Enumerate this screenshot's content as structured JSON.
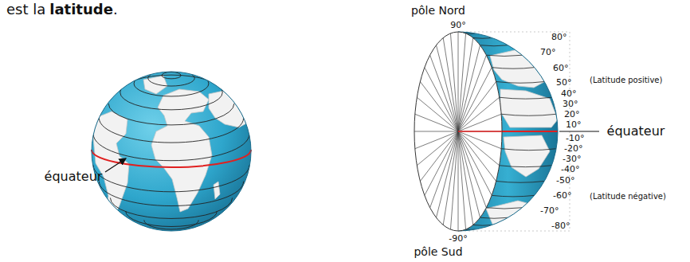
{
  "diagram": {
    "labels": [
      "est la",
      "latitude",
      ".",
      "équateur",
      "pôle Nord",
      "90°",
      "80°",
      "70°",
      "60°",
      "50°",
      "40°",
      "30°",
      "20°",
      "10°",
      "(Latitude positive)",
      "équateur",
      "-10°",
      "-20°",
      "-30°",
      "-40°",
      "-50°",
      "-60°",
      "-70°",
      "-80°",
      "(Latitude négative)",
      "-90°",
      "pôle Sud"
    ]
  }
}
